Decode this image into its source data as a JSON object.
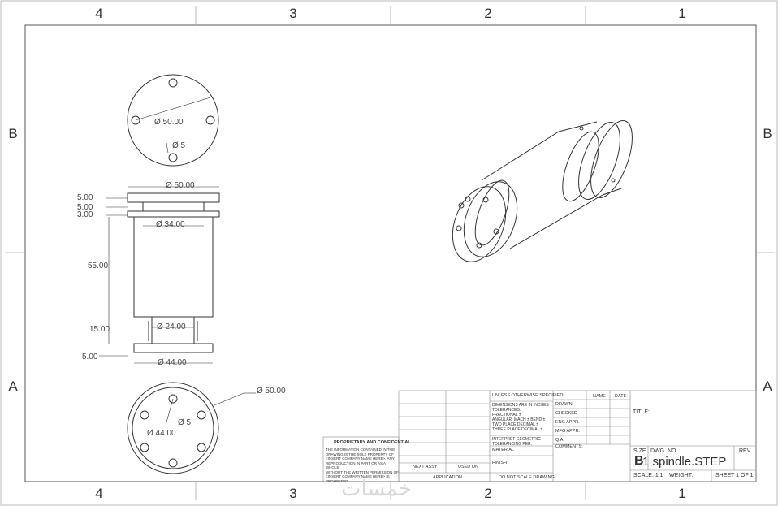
{
  "zones": {
    "columns": [
      "4",
      "3",
      "2",
      "1"
    ],
    "rows": [
      "B",
      "A"
    ]
  },
  "dimensions": {
    "top_view": {
      "bolt_circle": "Ø 50.00",
      "hole": "Ø 5"
    },
    "front_view": {
      "top_width": "Ø 50.00",
      "body_diameter": "Ø 34.00",
      "neck_diameter": "Ø 24.00",
      "base_width": "Ø 44.00",
      "heights": [
        "5.00",
        "5.00",
        "3.00",
        "55.00",
        "15.00",
        "5.00"
      ]
    },
    "bottom_view": {
      "outer": "Ø 50.00",
      "hole": "Ø 5",
      "bolt_circle": "Ø 44.00"
    }
  },
  "title_block": {
    "unless_specified": "UNLESS OTHERWISE SPECIFIED:",
    "dimensions_note": "DIMENSIONS ARE IN INCHES\nTOLERANCES:\nFRACTIONAL ±\nANGULAR: MACH ±   BEND ±\nTWO PLACE DECIMAL   ±\nTHREE PLACE DECIMAL  ±",
    "interpret": "INTERPRET GEOMETRIC\nTOLERANCING PER:",
    "material": "MATERIAL",
    "finish": "FINISH",
    "do_not_scale": "DO NOT SCALE DRAWING",
    "name_header": "NAME",
    "date_header": "DATE",
    "roles": [
      "DRAWN",
      "CHECKED",
      "ENG APPR.",
      "MFG APPR.",
      "Q.A.",
      "COMMENTS:"
    ],
    "title_label": "TITLE:",
    "size_label": "SIZE",
    "size_value": "B",
    "dwg_no_label": "DWG.  NO.",
    "dwg_no": "1 spindle.STEP",
    "rev_label": "REV",
    "scale": "SCALE: 1:1",
    "weight": "WEIGHT:",
    "sheet": "SHEET 1 OF 1",
    "next_assy": "NEXT ASSY",
    "used_on": "USED ON",
    "application": "APPLICATION",
    "proprietary_title": "PROPRIETARY AND CONFIDENTIAL",
    "proprietary_text": "THE INFORMATION CONTAINED IN THIS\nDRAWING IS THE SOLE PROPERTY OF\n<INSERT COMPANY NAME HERE>.  ANY\nREPRODUCTION IN PART OR AS A WHOLE\nWITHOUT THE WRITTEN PERMISSION OF\n<INSERT COMPANY NAME HERE> IS\nPROHIBITED."
  },
  "watermark": "خمسات"
}
